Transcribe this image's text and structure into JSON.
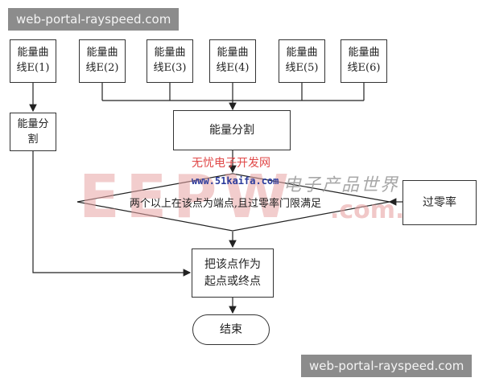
{
  "watermarks": {
    "top_tag": "web-portal-rayspeed.com",
    "bottom_tag": "web-portal-rayspeed.com",
    "logo_cn": "无忧电子开发网",
    "logo_url": "www.51kaifa.com",
    "logo_right_cn": "电子产品世界",
    "logo_big": "EEPW",
    "logo_com": ".com.cn"
  },
  "flowchart": {
    "energy_curves": [
      {
        "line1": "能量曲",
        "line2": "线E(1)"
      },
      {
        "line1": "能量曲",
        "line2": "线E(2)"
      },
      {
        "line1": "能量曲",
        "line2": "线E(3)"
      },
      {
        "line1": "能量曲",
        "line2": "线E(4)"
      },
      {
        "line1": "能量曲",
        "line2": "线E(5)"
      },
      {
        "line1": "能量曲",
        "line2": "线E(6)"
      }
    ],
    "split_small": {
      "line1": "能量分",
      "line2": "割"
    },
    "split_big": "能量分割",
    "zero_cross": "过零率",
    "condition": "两个以上在该点为端点,且过零率门限满足",
    "set_point": {
      "line1": "把该点作为",
      "line2": "起点或终点"
    },
    "end": "结束"
  }
}
